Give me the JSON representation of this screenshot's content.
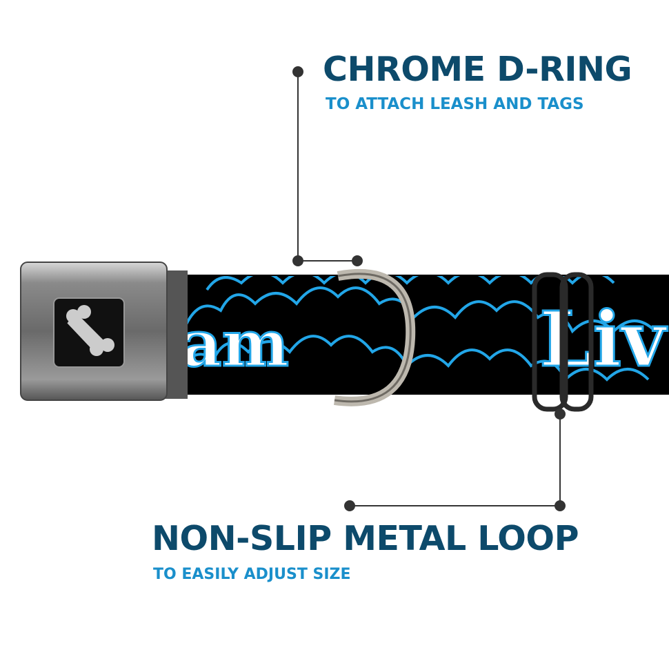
{
  "callouts": [
    {
      "title": "CHROME D-RING",
      "subtitle": "TO ATTACH LEASH AND TAGS"
    },
    {
      "title": "NON-SLIP METAL LOOP",
      "subtitle": "TO EASILY ADJUST SIZE"
    }
  ],
  "strap": {
    "text_left": "am",
    "text_right": "Liv"
  },
  "colors": {
    "title": "#0d4a6b",
    "subtitle": "#1a8fcb",
    "pattern": "#22a6e8",
    "strap": "#000000"
  }
}
